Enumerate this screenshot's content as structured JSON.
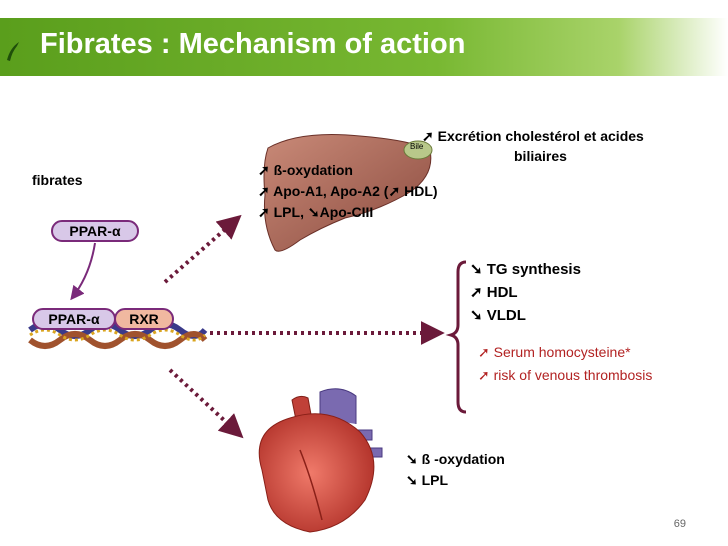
{
  "slide": {
    "title": "Fibrates : Mechanism of action",
    "page_number": "69"
  },
  "left": {
    "drug_label": "fibrates",
    "receptor_top": "PPAR-α",
    "receptor_bottom": "PPAR-α",
    "partner": "RXR"
  },
  "liver": {
    "bile_label": "Bile",
    "excretion_line1": "Excrétion cholestérol et acides",
    "excretion_line2": "biliaires",
    "effect1": "ß-oxydation",
    "effect2": "Apo-A1, Apo-A2 (",
    "effect2_end": " HDL)",
    "effect3_a": "LPL, ",
    "effect3_b": "Apo-CIII"
  },
  "blood": {
    "effect1": "TG synthesis",
    "effect2": "HDL",
    "effect3": "VLDL",
    "side1": "Serum homocysteine*",
    "side2": "risk of venous thrombosis"
  },
  "heart": {
    "effect1": "ß -oxydation",
    "effect2": "LPL"
  },
  "icons": {
    "up": "arrow-up-right",
    "down": "arrow-down-right"
  },
  "colors": {
    "header": "#6aaa28",
    "pill_border": "#7a2a7a",
    "pill_fill": "#d8c8e8",
    "rxr_fill": "#f0b8a0",
    "dotted_arrow": "#6b1a3a",
    "side_effects": "#b22222"
  }
}
